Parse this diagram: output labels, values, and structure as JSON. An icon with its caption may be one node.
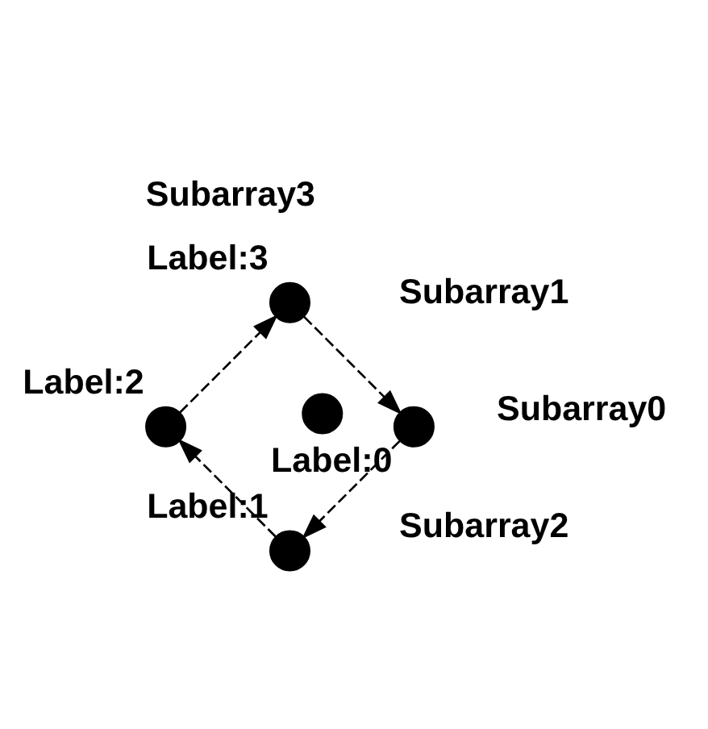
{
  "diagram": {
    "nodes": [
      {
        "text": [],
        "shape": "circle",
        "beside": [
          "Label:1"
        ]
      },
      {
        "text": [],
        "shape": "circle",
        "beside": [
          "Label:2"
        ]
      },
      {
        "text": [],
        "shape": "circle",
        "beside": [
          "Label:0"
        ]
      },
      {
        "text": [],
        "shape": "circle",
        "beside": [
          "Label:3"
        ]
      },
      {
        "text": [],
        "shape": "circle"
      }
    ],
    "edges": [
      {
        "from": 2,
        "to": 0,
        "arrow": "to",
        "style": "dashed"
      },
      {
        "from": 0,
        "to": 1,
        "arrow": "to",
        "style": "dashed"
      },
      {
        "from": 1,
        "to": 3,
        "arrow": "to",
        "style": "dashed"
      },
      {
        "from": 3,
        "to": 2,
        "arrow": "to",
        "style": "dashed"
      }
    ],
    "labels": [
      "Subarray1",
      "Subarray2",
      "Subarray0",
      "Subarray3"
    ]
  }
}
